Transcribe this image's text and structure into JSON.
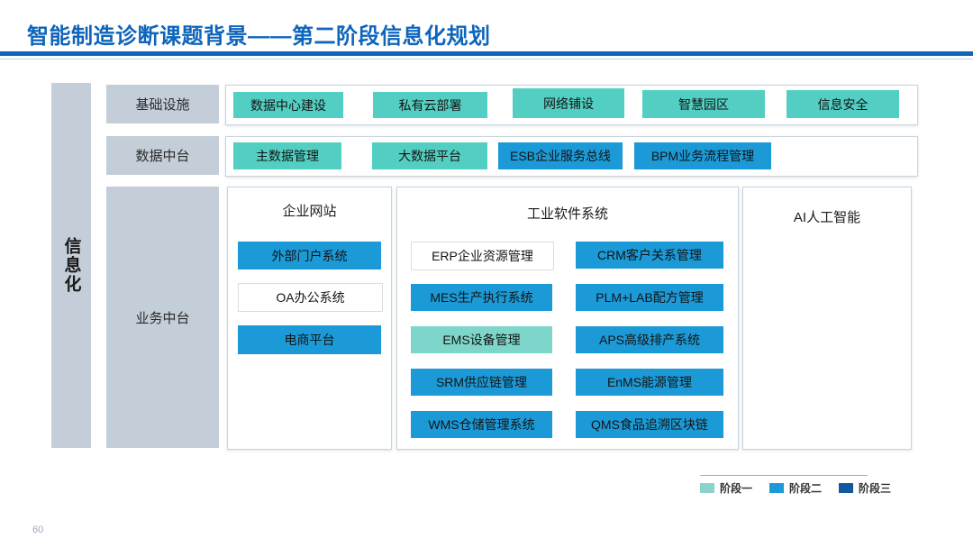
{
  "title": "智能制造诊断课题背景——第二阶段信息化规划",
  "page_number": "60",
  "sidebar": {
    "label": "信息化"
  },
  "infrastructure": {
    "label": "基础设施",
    "items": [
      {
        "label": "数据中心建设",
        "stage": "阶段一"
      },
      {
        "label": "私有云部署",
        "stage": "阶段一"
      },
      {
        "label": "网络铺设",
        "stage": "阶段一"
      },
      {
        "label": "智慧园区",
        "stage": "阶段一"
      },
      {
        "label": "信息安全",
        "stage": "阶段一"
      }
    ]
  },
  "data_platform": {
    "label": "数据中台",
    "items": [
      {
        "label": "主数据管理",
        "stage": "阶段一"
      },
      {
        "label": "大数据平台",
        "stage": "阶段一"
      },
      {
        "label": "ESB企业服务总线",
        "stage": "阶段二"
      },
      {
        "label": "BPM业务流程管理",
        "stage": "阶段二"
      }
    ]
  },
  "business_platform": {
    "label": "业务中台",
    "website": {
      "title": "企业网站",
      "items": [
        {
          "label": "外部门户系统",
          "stage": "阶段二"
        },
        {
          "label": "OA办公系统"
        },
        {
          "label": "电商平台",
          "stage": "阶段二"
        }
      ]
    },
    "industrial_software": {
      "title": "工业软件系统",
      "left_column": [
        {
          "label": "ERP企业资源管理"
        },
        {
          "label": "MES生产执行系统",
          "stage": "阶段二"
        },
        {
          "label": "EMS设备管理",
          "stage": "阶段一"
        },
        {
          "label": "SRM供应链管理",
          "stage": "阶段二"
        },
        {
          "label": "WMS仓储管理系统",
          "stage": "阶段二"
        }
      ],
      "right_column": [
        {
          "label": "CRM客户关系管理",
          "stage": "阶段二"
        },
        {
          "label": "PLM+LAB配方管理",
          "stage": "阶段二"
        },
        {
          "label": "APS高级排产系统",
          "stage": "阶段二"
        },
        {
          "label": "EnMS能源管理",
          "stage": "阶段二"
        },
        {
          "label": "QMS食品追溯区块链",
          "stage": "阶段二"
        }
      ]
    },
    "ai": {
      "title": "AI人工智能"
    }
  },
  "legend": {
    "items": [
      {
        "label": "阶段一",
        "color": "#8bd3cb"
      },
      {
        "label": "阶段二",
        "color": "#1b9ad7"
      },
      {
        "label": "阶段三",
        "color": "#12589f"
      }
    ]
  },
  "colors": {
    "title_blue": "#0e65bb",
    "stage1": "#52cfc2",
    "stage2": "#1b9ad7",
    "stage3": "#12589f",
    "row_label_bg": "#c3ced8"
  }
}
